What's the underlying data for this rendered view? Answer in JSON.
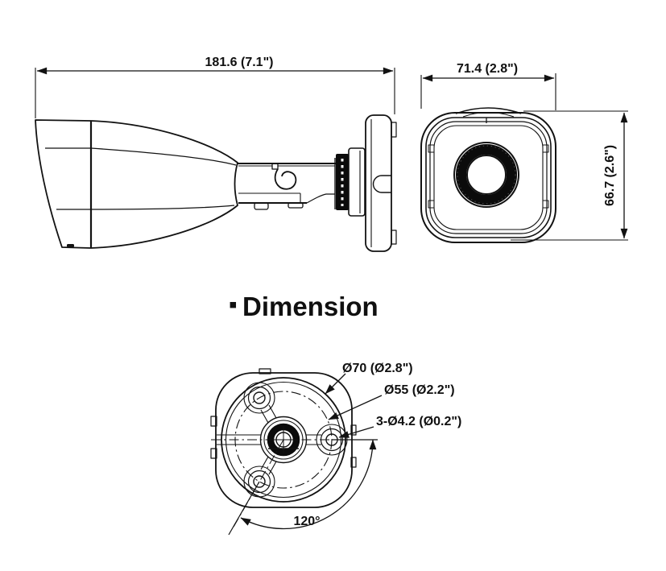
{
  "drawing": {
    "background": "#ffffff",
    "line_color": "#121212"
  },
  "title": {
    "bullet": "▪",
    "label": "Dimension"
  },
  "side_view": {
    "length": "181.6 (7.1\")"
  },
  "front_view": {
    "width": "71.4 (2.8\")",
    "height": "66.7 (2.6\")"
  },
  "base_view": {
    "outer_diameter": "Ø70 (Ø2.8\")",
    "bolt_circle": "Ø55 (Ø2.2\")",
    "holes": "3-Ø4.2 (Ø0.2\")",
    "angle": "120°"
  }
}
